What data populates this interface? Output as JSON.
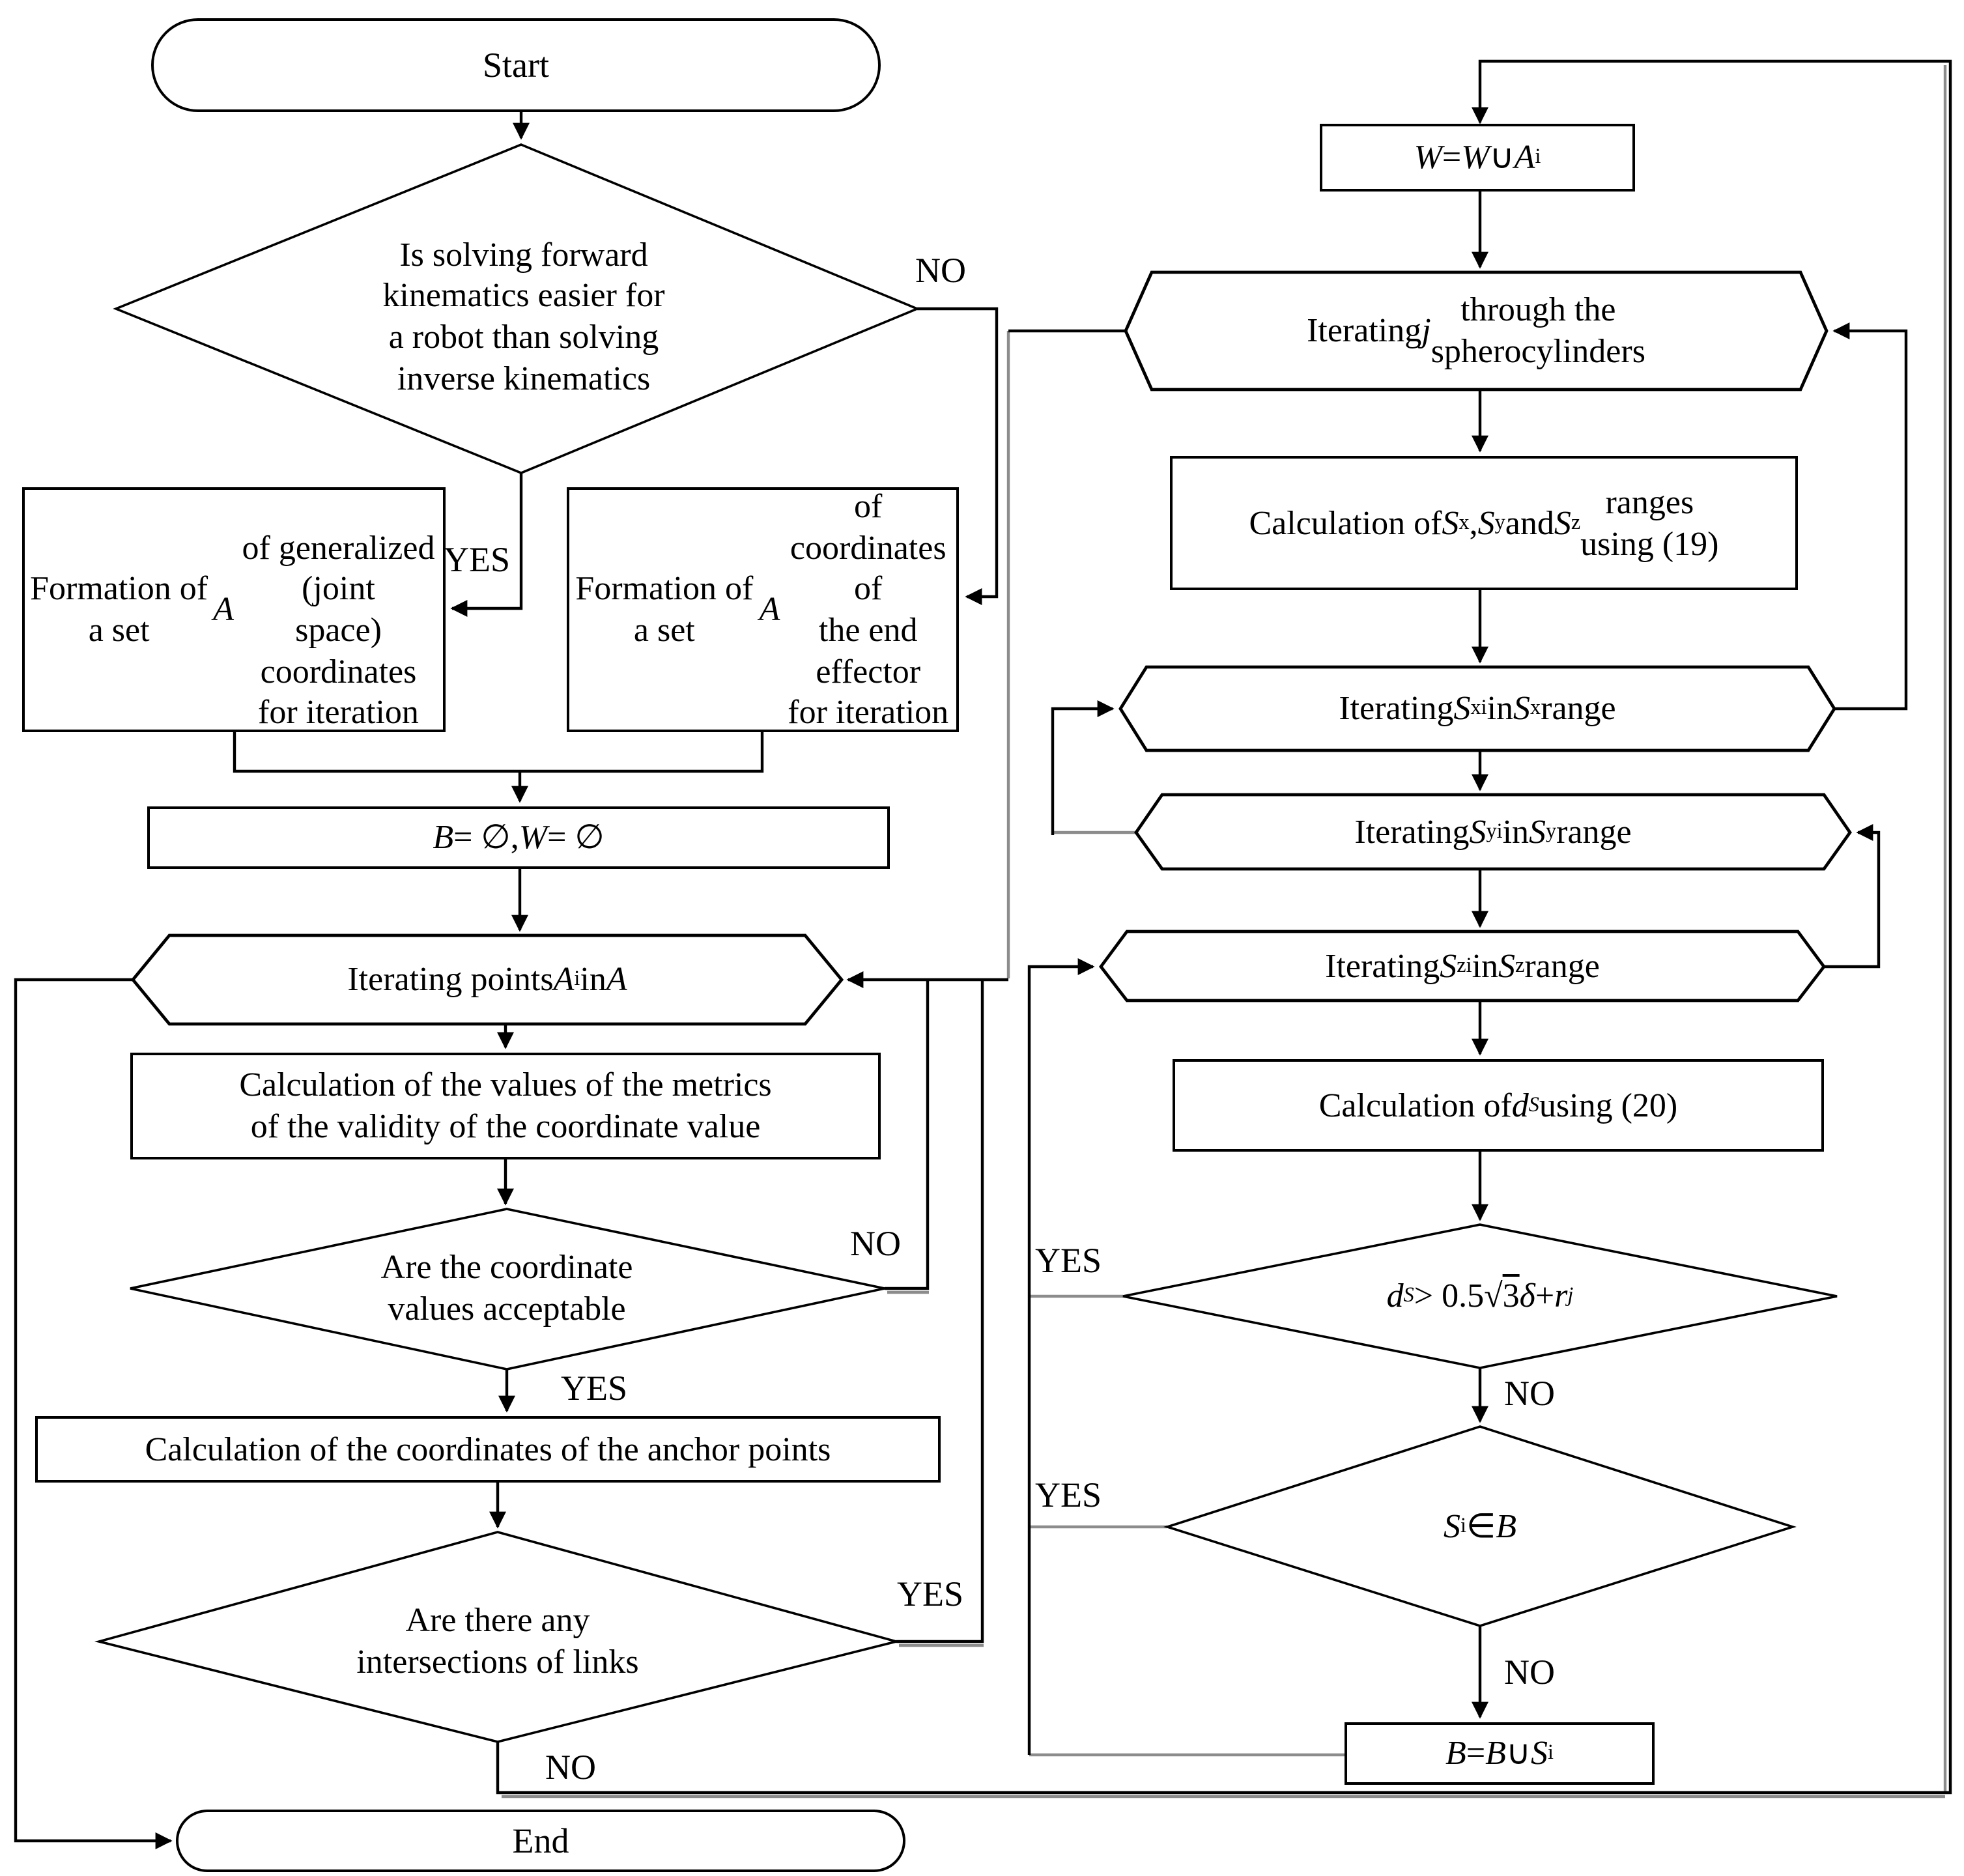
{
  "figure": {
    "type": "flowchart",
    "description": "Algorithm flowchart with two linked columns of flowchart nodes"
  },
  "colors": {
    "line": "#000000",
    "shadow": "#8c8c8c",
    "background": "#ffffff",
    "text": "#000000"
  },
  "nodes": {
    "start": {
      "type": "terminator",
      "label": "Start"
    },
    "forward_kinematics_decision": {
      "type": "decision",
      "label_html": "Is solving forward<br>kinematics easier for<br>a robot than solving<br>inverse kinematics"
    },
    "formation_joint_set": {
      "type": "process",
      "label_html": "Formation of a set <i>A</i><br>of generalized (joint<br>space) coordinates<br>for iteration"
    },
    "formation_effector_set": {
      "type": "process",
      "label_html": "Formation of a set<br><i>A</i> of coordinates of<br>the end effector<br>for iteration"
    },
    "init_sets": {
      "type": "process",
      "label_html": "<i>B</i> = ∅, <i>W</i> = ∅"
    },
    "iterate_points": {
      "type": "loop",
      "label_html": "Iterating points <i>A</i><sub>i</sub> in <i>A</i>"
    },
    "metrics_calculation": {
      "type": "process",
      "label_html": "Calculation of the values of the metrics<br>of the validity of the coordinate value"
    },
    "acceptable_decision": {
      "type": "decision",
      "label_html": "Are the coordinate<br>values acceptable"
    },
    "anchor_calculation": {
      "type": "process",
      "label_html": "Calculation of the coordinates of the anchor points"
    },
    "intersections_decision": {
      "type": "decision",
      "label_html": "Are there any<br>intersections of links"
    },
    "end": {
      "type": "terminator",
      "label": "End"
    },
    "add_point_to_w": {
      "type": "process",
      "label_html": "<i>W</i> = <i>W</i> ∪ <i>A</i><sub>i</sub>"
    },
    "iterate_spherocylinders": {
      "type": "loop",
      "label_html": "Iterating <i>j</i> through the<br>spherocylinders"
    },
    "ranges_calculation": {
      "type": "process",
      "label_html": "Calculation of <i>S</i><sub>x</sub>, <i>S</i><sub>y</sub> and <i>S</i><sub>z</sub> ranges<br>using (19)"
    },
    "iterate_sx": {
      "type": "loop",
      "label_html": "Iterating <i>S</i><sub>xi</sub> in <i>S</i><sub>x</sub> range"
    },
    "iterate_sy": {
      "type": "loop",
      "label_html": "Iterating <i>S</i><sub>yi</sub> in <i>S</i><sub>y</sub> range"
    },
    "iterate_sz": {
      "type": "loop",
      "label_html": "Iterating <i>S</i><sub>zi</sub> in <i>S</i><sub>z</sub> range"
    },
    "distance_calculation": {
      "type": "process",
      "label_html": "Calculation of <i>d</i><sub><i>S</i></sub> using (20)"
    },
    "distance_decision": {
      "type": "decision",
      "label_html": "<i>d</i><sub><i>S</i></sub> &gt; 0.5√<span class=\"ovl\">3</span><i>δ</i> + <i>r</i><sub><i>j</i></sub>"
    },
    "in_blacklist_decision": {
      "type": "decision",
      "label_html": "<i>S</i><sub>i</sub> ∈ <i>B</i>"
    },
    "add_to_blacklist": {
      "type": "process",
      "label_html": "<i>B</i> = <i>B</i> ∪ <i>S</i><sub>i</sub>"
    }
  },
  "edge_labels": {
    "kinematics_no": "NO",
    "kinematics_yes": "YES",
    "acceptable_no": "NO",
    "acceptable_yes": "YES",
    "intersections_yes": "YES",
    "intersections_no": "NO",
    "distance_yes": "YES",
    "distance_no": "NO",
    "in_blacklist_yes": "YES",
    "in_blacklist_no": "NO"
  }
}
